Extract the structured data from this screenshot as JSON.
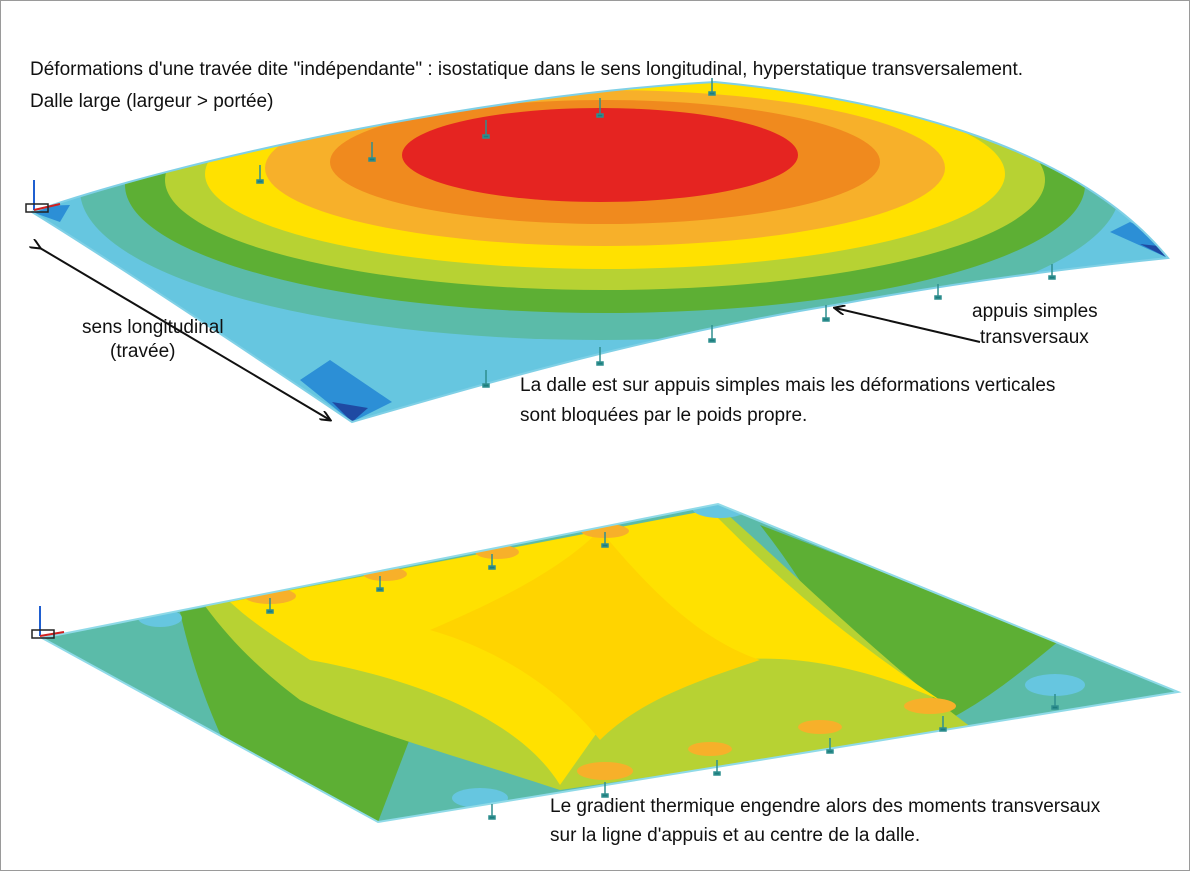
{
  "header": {
    "title": "Déformations d'une travée dite \"indépendante\" : isostatique dans le sens longitudinal, hyperstatique transversalement.",
    "subtitle": "Dalle large (largeur > portée)"
  },
  "top_panel": {
    "label_longitudinal_1": "sens longitudinal",
    "label_longitudinal_2": "(travée)",
    "label_supports_1": "appuis simples",
    "label_supports_2": "transversaux",
    "note_1": "La dalle est sur appuis simples mais les déformations verticales",
    "note_2": "sont bloquées par le poids propre."
  },
  "bottom_panel": {
    "note_1": "Le gradient thermique engendre alors des moments transversaux",
    "note_2": "sur la ligne d'appuis et au centre de la dalle."
  },
  "colors": {
    "red": "#e52421",
    "orange": "#f08a1e",
    "light_orange": "#f7b02a",
    "yellow": "#ffe100",
    "yellow_green": "#b7d233",
    "green": "#5daf34",
    "teal": "#5bbba9",
    "light_blue": "#66c6e0",
    "blue": "#2c8fd6",
    "dark_blue": "#1f4aa3"
  }
}
